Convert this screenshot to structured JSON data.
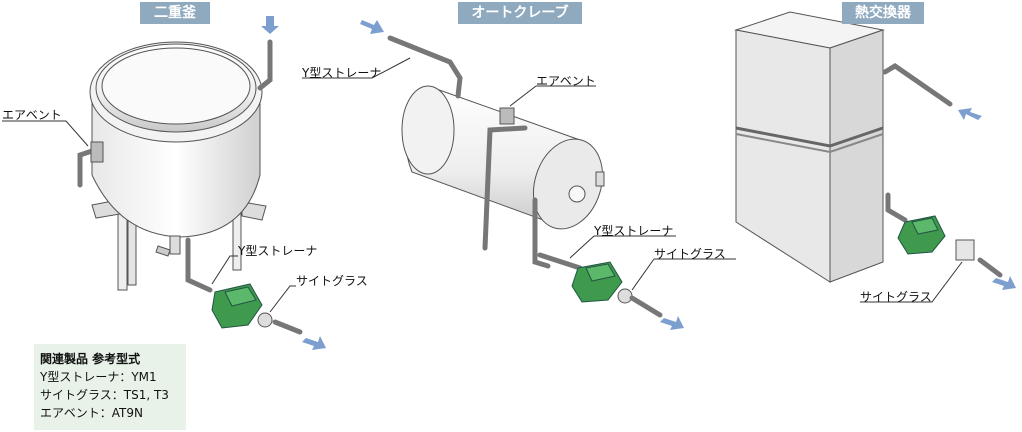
{
  "sections": [
    {
      "title": "二重釜"
    },
    {
      "title": "オートクレーブ"
    },
    {
      "title": "熱交換器"
    }
  ],
  "labels": {
    "kettle_air_vent": "エアベント",
    "kettle_strainer": "Y型ストレーナ",
    "kettle_sight_glass": "サイトグラス",
    "autoclave_strainer_top": "Y型ストレーナ",
    "autoclave_air_vent": "エアベント",
    "autoclave_strainer": "Y型ストレーナ",
    "autoclave_sight_glass": "サイトグラス",
    "hx_sight_glass": "サイトグラス"
  },
  "related": {
    "title": "関連製品 参考型式",
    "lines": [
      "Y型ストレーナ：YM1",
      "サイトグラス：TS1, T3",
      "エアベント：AT9N"
    ]
  },
  "colors": {
    "tag_bg": "#8fa9bf",
    "arrow": "#7d9fd0",
    "trap": "#3f9a4e",
    "note_bg": "#e8f2e9"
  }
}
